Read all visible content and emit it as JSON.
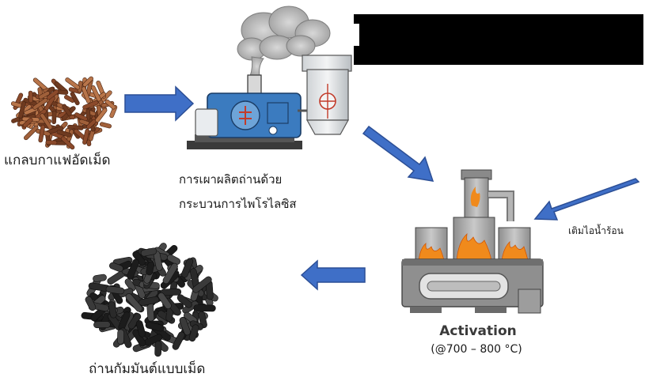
{
  "labels": {
    "pellets": "แกลบกาแฟอัดเม็ด",
    "pyrolysis_line1": "การเผาผลิตถ่านด้วย",
    "pyrolysis_line2": "กระบวนการไพโรไลซิส",
    "steam": "เติมไอน้ำร้อน",
    "activation_title": "Activation",
    "activation_temp": "(@700 – 800 °C)",
    "activated_carbon": "ถ่านกัมมันต์แบบเม็ด"
  },
  "colors": {
    "arrow": "#3f6fc7",
    "arrow_edge": "#2c4f96",
    "pellet_brown": "#8b4a2b",
    "carbon_black": "#2a2a2a",
    "furnace_gray": "#9a9a9a",
    "flame": "#f08a1c",
    "reactor_blue": "#3b7bbf"
  },
  "icons": [
    "coffee-husk-pellets-image",
    "pyrolysis-reactor-icon",
    "activation-furnace-icon",
    "activated-carbon-pellets-image"
  ]
}
